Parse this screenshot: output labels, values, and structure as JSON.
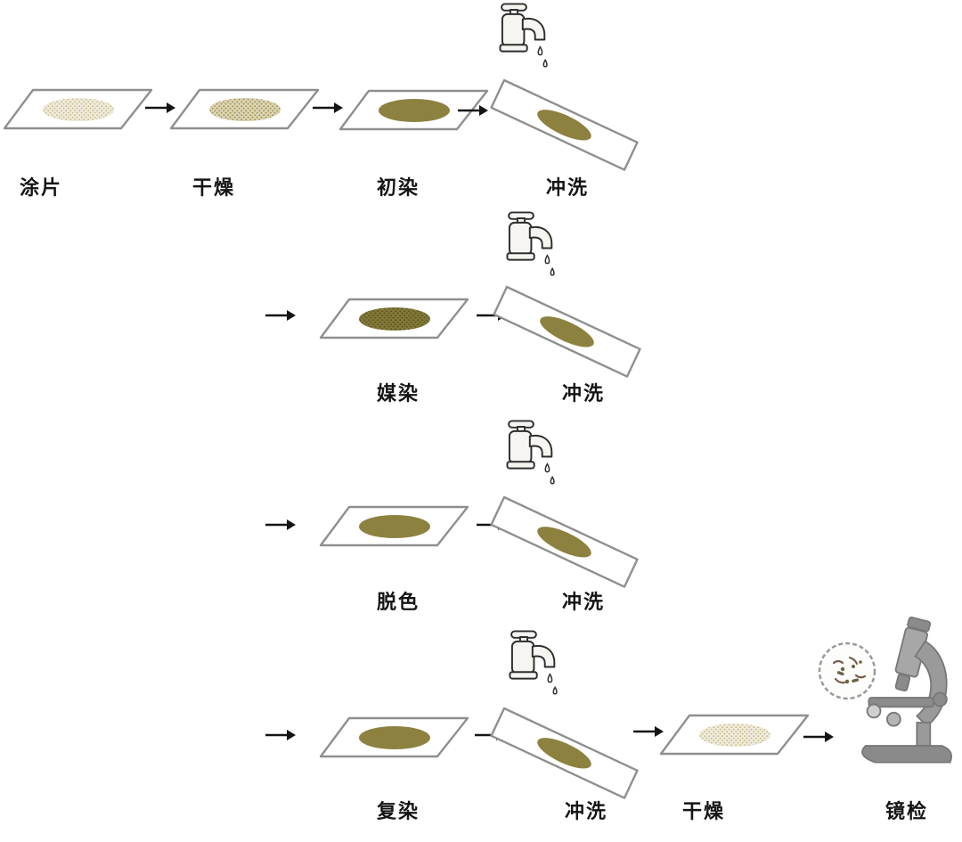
{
  "palette": {
    "slide_border": "#8f8f8f",
    "stain_light": "#d9d3ae",
    "stain_medium": "#b7ad72",
    "stain_olive": "#8d8140",
    "stain_mordant": "#766d2e",
    "arrow_ink": "#141414",
    "microscope_gray": "#9a9a9a",
    "background": "#ffffff"
  },
  "rows": [
    {
      "steps": [
        {
          "label": "涂片"
        },
        {
          "label": "干燥"
        },
        {
          "label": "初染"
        },
        {
          "label": "冲洗"
        }
      ]
    },
    {
      "steps": [
        {
          "label": "媒染"
        },
        {
          "label": "冲洗"
        }
      ]
    },
    {
      "steps": [
        {
          "label": "脱色"
        },
        {
          "label": "冲洗"
        }
      ]
    },
    {
      "steps": [
        {
          "label": "复染"
        },
        {
          "label": "冲洗"
        },
        {
          "label": "干燥"
        },
        {
          "label": "镜检"
        }
      ]
    }
  ]
}
